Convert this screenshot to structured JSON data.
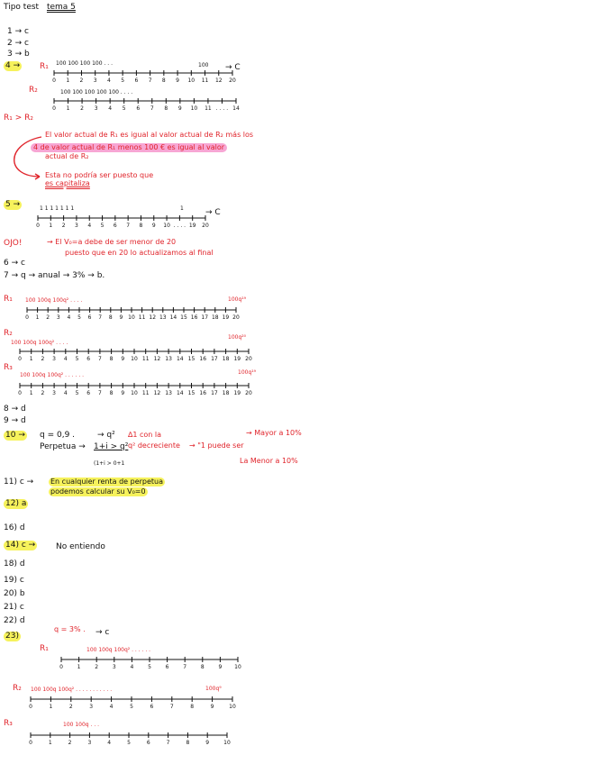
{
  "title": "Tipo test",
  "tema": "tema 5",
  "answers_top": [
    "1 → c",
    "2 → c",
    "3 → b"
  ],
  "q4": {
    "num": "4 →",
    "r1_label": "R₁",
    "r1_above": "100 100 100 100 . . .",
    "r1_right": "100",
    "r1_arrow": "→ C",
    "r1_ticks": [
      "0",
      "1",
      "2",
      "3",
      "4",
      "5",
      "6",
      "7",
      "8",
      "9",
      "10",
      "11",
      "12",
      "20"
    ],
    "r2_label": "R₂",
    "r2_above": "100 100 100 100 100 . . . .",
    "r2_ticks": [
      "0",
      "1",
      "2",
      "3",
      "4",
      "5",
      "6",
      "7",
      "8",
      "9",
      "10",
      "11",
      ". . . .",
      "14"
    ]
  },
  "compare": "R₁ > R₂",
  "note1_l1": "El valor actual de R₁ es igual al valor actual de R₂ más los",
  "note1_l2": "4 de valor actual de R₁ menos 100 € es igual al valor",
  "note1_l3": "actual de R₂",
  "note2_l1": "Esta no podría ser puesto que",
  "note2_l2": "es capitaliza",
  "q5": {
    "num": "5 →",
    "above": "1  1  1  1  1  1  1",
    "right_val": "1",
    "arrow": "→ C",
    "ticks": [
      "0",
      "1",
      "2",
      "3",
      "4",
      "5",
      "6",
      "7",
      "8",
      "9",
      "10",
      ". . . .",
      "19",
      "20"
    ]
  },
  "ojo": "OJO!",
  "ojo_l1": "→ El V₀=a debe de ser menor de 20",
  "ojo_l2": "puesto que en 20 lo actualizamos al final",
  "q6": "6 → c",
  "q7": "7 → q → anual → 3%  → b.",
  "r1b": {
    "label": "R₁",
    "above": "100 100q 100q² . . . .",
    "right": "100q¹⁹"
  },
  "r2b": {
    "label": "R₂",
    "above": "100 100q 100q² . . . .",
    "right": "100q²⁰"
  },
  "r3b": {
    "label": "R₃",
    "above": "100 100q 100q² . . . . . .",
    "right": "100q¹⁹"
  },
  "ticks_20": [
    "0",
    "1",
    "2",
    "3",
    "4",
    "5",
    "6",
    "7",
    "8",
    "9",
    "10",
    "11",
    "12",
    "13",
    "14",
    "15",
    "16",
    "17",
    "18",
    "19",
    "20"
  ],
  "q8": "8 → d",
  "q9": "9 → d",
  "q10": {
    "num": "10 →",
    "eq": "q = 0,9 .",
    "frac": "→ q²",
    "bullet1": "∆1 con la",
    "bullet2": "q² decreciente",
    "arrow_mid": "→ \"1 puede ser",
    "right1": "→ Mayor a 10%",
    "right2": "La Menor a 10%",
    "perp": "Perpetua →",
    "ineq": "1+i > q²",
    "ineq2": "(1+i > 0+1"
  },
  "q11": "11) c →",
  "q11_note_l1": "En cualquier renta de perpetua",
  "q11_note_l2": "podemos calcular su V₀=0",
  "q12": "12) a",
  "q16": "16) d",
  "q14": "14) c →",
  "q14_note": "No entiendo",
  "q18": "18) d",
  "q19": "19) c",
  "q20": "20) b",
  "q21": "21) c",
  "q22": "22) d",
  "q23": {
    "num": "23)",
    "eq": "q = 3% .",
    "arrow": "→ c"
  },
  "r1c": {
    "label": "R₁",
    "above": "100 100q 100q² . . . . . ."
  },
  "r2c": {
    "label": "R₂",
    "above": "100 100q 100q² . . . .   . . . . . . .",
    "right": "100q⁹"
  },
  "r3c": {
    "label": "R₃",
    "above": "100 100q . . ."
  },
  "ticks_10": [
    "0",
    "1",
    "2",
    "3",
    "4",
    "5",
    "6",
    "7",
    "8",
    "9",
    "10"
  ]
}
